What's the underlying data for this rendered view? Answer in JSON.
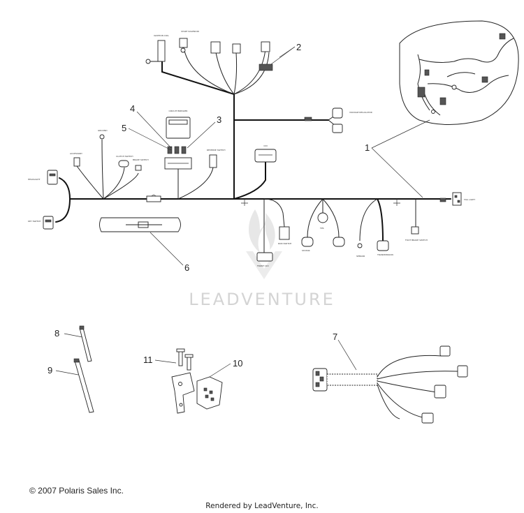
{
  "watermark": "LEADVENTURE",
  "footer": {
    "copyright": "© 2007 Polaris Sales Inc.",
    "rendered_by": "Rendered by LeadVenture, Inc."
  },
  "callouts": [
    "1",
    "2",
    "3",
    "4",
    "5",
    "6",
    "7",
    "8",
    "9",
    "10",
    "11"
  ],
  "main_harness_labels": {
    "circuit_breaker": "CIRCUIT BREAKER",
    "start_solenoid": "START SOLENOID",
    "ignition_coil": "IGNITION COIL",
    "voltage_regulator": "VOLTAGE REGULATOR",
    "cdi": "CDI",
    "tail_light": "TAIL LIGHT",
    "fuel_pump": "FUEL PUMP",
    "front_cdi": "FRONT CDI",
    "stator": "STATOR",
    "tps": "TPS",
    "sensor": "SENSOR",
    "transmission": "TRANSMISSION",
    "foot_brake_switch": "FOOT BRAKE SWITCH",
    "accessory": "ACCESSORY",
    "ground": "GROUND",
    "clutch_switch": "CLUTCH SWITCH",
    "brake_switch": "BRAKE SWITCH",
    "headlight": "HEADLIGHT",
    "key_switch": "KEY SWITCH",
    "reverse_switch": "REVERSE SWITCH",
    "run_switch": "RUN SWITCH"
  }
}
